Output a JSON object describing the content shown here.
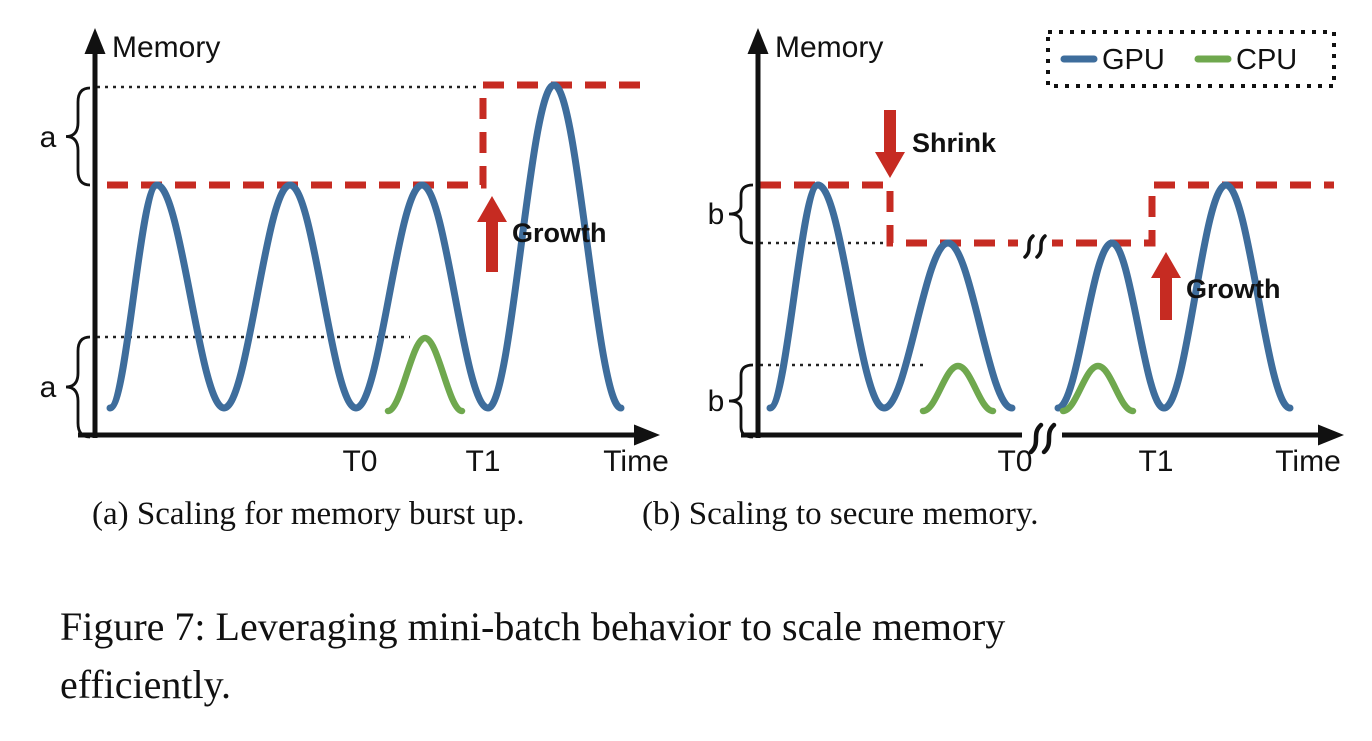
{
  "figure": {
    "colors": {
      "gpu": "#3e6d9c",
      "cpu": "#6fa84e",
      "alert": "#c62b22",
      "axis": "#111111"
    },
    "legend": {
      "gpu_label": "GPU",
      "cpu_label": "CPU"
    },
    "panel_a": {
      "memory_label": "Memory",
      "time_label": "Time",
      "t0": "T0",
      "t1": "T1",
      "brace_top": "a",
      "brace_bottom": "a",
      "growth": "Growth",
      "caption": "(a) Scaling for memory burst up."
    },
    "panel_b": {
      "memory_label": "Memory",
      "time_label": "Time",
      "t0": "T0",
      "t1": "T1",
      "brace_top": "b",
      "brace_bottom": "b",
      "shrink": "Shrink",
      "growth": "Growth",
      "caption": "(b) Scaling to secure memory."
    },
    "caption": {
      "line1": "Figure 7: Leveraging mini-batch behavior to scale memory",
      "line2": "efficiently."
    }
  }
}
